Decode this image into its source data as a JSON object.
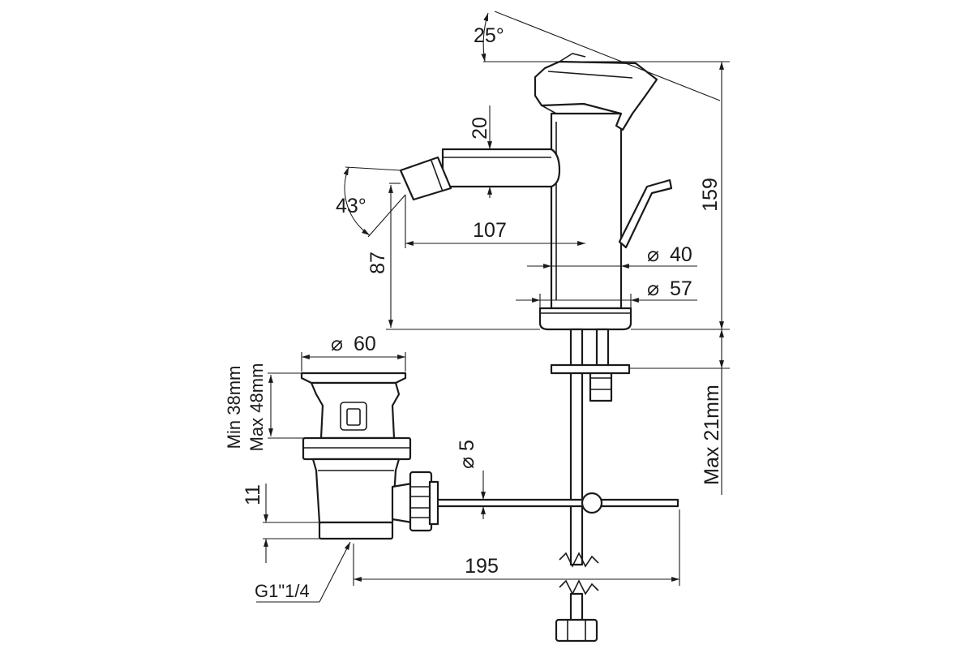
{
  "dimensions": {
    "angle_handle": "25°",
    "angle_spout": "43°",
    "spout_height": "20",
    "spout_reach": "107",
    "spout_outlet_height": "87",
    "total_height": "159",
    "body_diameter": "40",
    "base_diameter": "57",
    "waste_diameter": "60",
    "waste_range_min": "Min 38mm",
    "waste_range_max": "Max 48mm",
    "rod_diameter": "5",
    "thread_height": "11",
    "thread_size": "G1\"1/4",
    "rod_length": "195",
    "deck_thickness": "Max 21mm"
  },
  "symbols": {
    "diameter": "⌀"
  }
}
